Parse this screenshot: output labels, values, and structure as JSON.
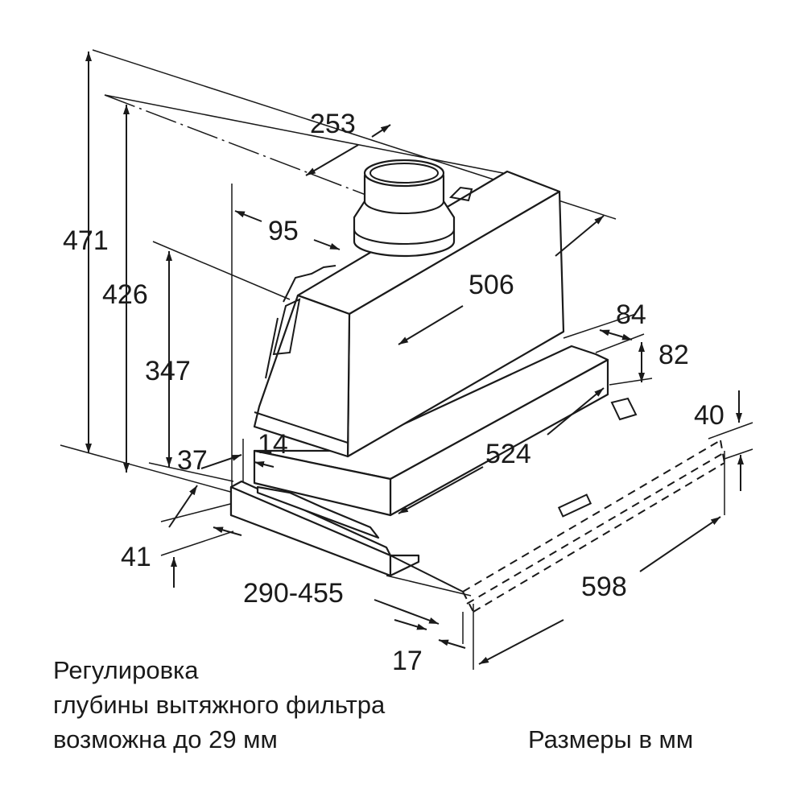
{
  "dimensions": {
    "d471": "471",
    "d426": "426",
    "d347": "347",
    "d253": "253",
    "d95": "95",
    "d506": "506",
    "d84": "84",
    "d82": "82",
    "d40": "40",
    "d524": "524",
    "d598": "598",
    "d37": "37",
    "d14": "14",
    "d41": "41",
    "d290_455": "290-455",
    "d17": "17"
  },
  "notes": {
    "filter_line1": "Регулировка",
    "filter_line2": "глубины вытяжного фильтра",
    "filter_line3": "возможна до 29 мм",
    "units": "Размеры в мм"
  }
}
